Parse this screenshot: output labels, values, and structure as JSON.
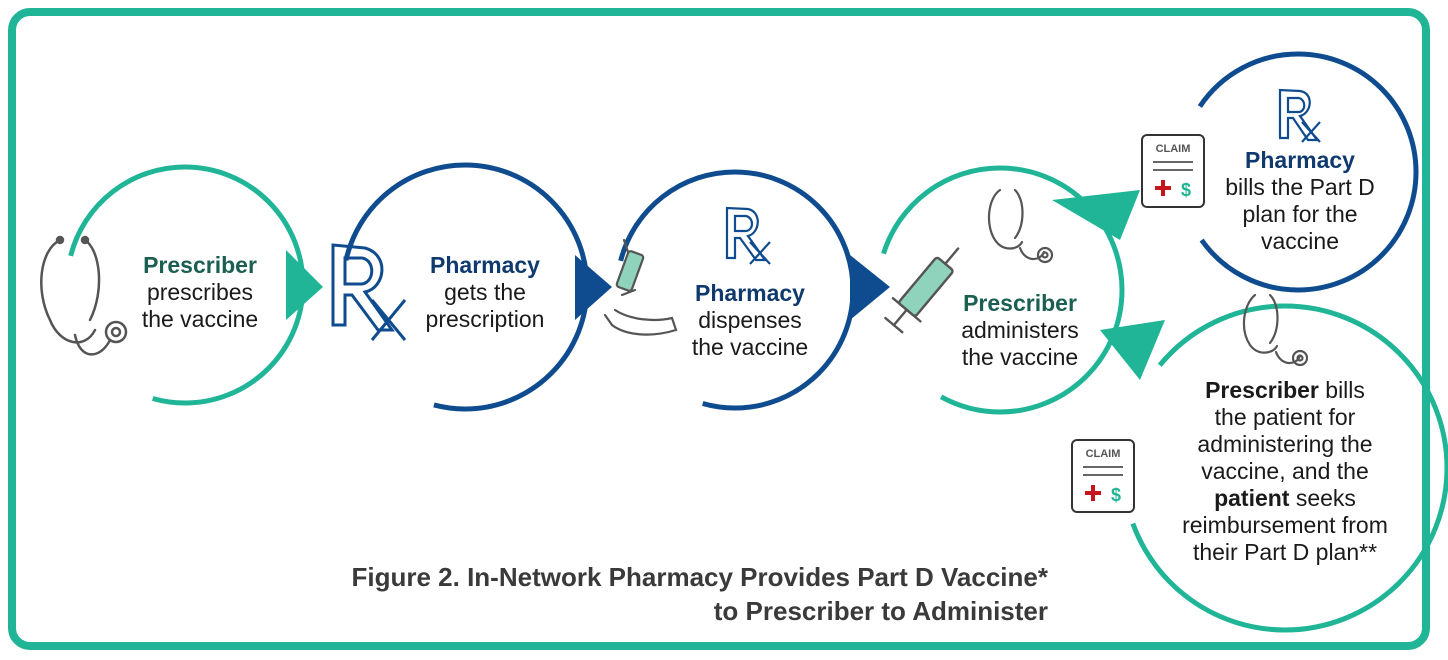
{
  "colors": {
    "green": "#1fb596",
    "navy": "#0f4c8f",
    "dark_green": "#1b5e52",
    "red": "#c4161c"
  },
  "steps": [
    {
      "bold": "Prescriber",
      "rest": [
        "prescribes",
        "the vaccine"
      ]
    },
    {
      "bold": "Pharmacy",
      "rest": [
        "gets the",
        "prescription"
      ]
    },
    {
      "bold": "Pharmacy",
      "rest": [
        "dispenses",
        "the vaccine"
      ]
    },
    {
      "bold": "Prescriber",
      "rest": [
        "administers",
        "the vaccine"
      ]
    }
  ],
  "outcome_pharmacy": {
    "bold": "Pharmacy",
    "rest": [
      "bills the Part D",
      "plan for the",
      "vaccine"
    ]
  },
  "outcome_prescriber": {
    "line1_bold": "Prescriber",
    "line1_rest": " bills",
    "line2": "the patient for",
    "line3": "administering the",
    "line4": "vaccine, and the",
    "line5_bold": "patient",
    "line5_rest": " seeks",
    "line6": "reimbursement from",
    "line7": "their Part D plan**"
  },
  "claim_label": "CLAIM",
  "dollar_sign": "$",
  "icons": [
    "stethoscope-icon",
    "rx-icon",
    "syringe-hand-icon",
    "syringe-icon",
    "claim-form-icon"
  ],
  "figure_title": {
    "line1": "Figure 2. In-Network Pharmacy Provides Part D Vaccine*",
    "line2": "to Prescriber to Administer"
  }
}
